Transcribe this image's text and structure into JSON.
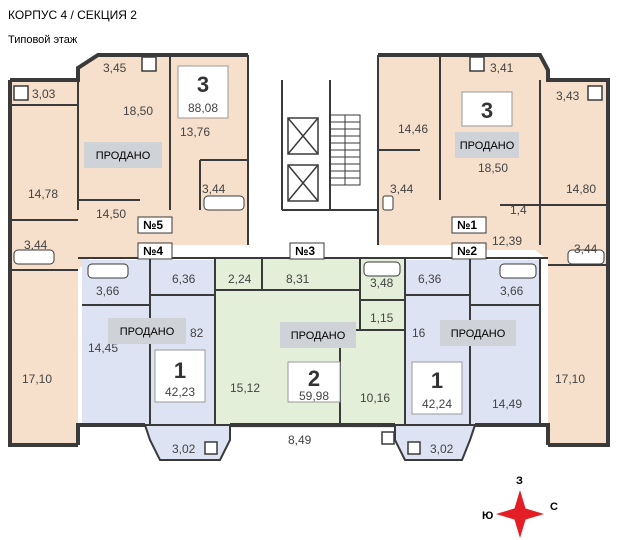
{
  "header": {
    "title": "КОРПУС 4 / СЕКЦИЯ 2",
    "subtitle": "Типовой этаж"
  },
  "colors": {
    "wall": "#3a3a3a",
    "apt_peach": "#f6dfcb",
    "apt_blue": "#dde3f2",
    "apt_green": "#e3efd9",
    "sold_badge": "#cfd2d7",
    "compass_red": "#e31e24"
  },
  "apartments": {
    "no1": "№1",
    "no2": "№2",
    "no3": "№3",
    "no4": "№4",
    "no5": "№5"
  },
  "rooms_label": {
    "three_left": "3",
    "three_right": "3",
    "one_left": "1",
    "two_center": "2",
    "one_right": "1"
  },
  "totals": {
    "three_left": "88,08",
    "one_left": "42,23",
    "two_center": "59,98",
    "one_right": "42,24"
  },
  "sold": "ПРОДАНО",
  "areas": {
    "a303": "3,03",
    "a345": "3,45",
    "a1850l": "18,50",
    "a1376": "13,76",
    "a1478": "14,78",
    "a1450": "14,50",
    "a344a": "3,44",
    "a344b": "3,44",
    "a341": "3,41",
    "a343": "3,43",
    "a1446": "14,46",
    "a1850r": "18,50",
    "a344c": "3,44",
    "a1480": "14,80",
    "a14": "1,4",
    "a1239": "12,39",
    "a344d": "3,44",
    "a366l": "3,66",
    "a636l": "6,36",
    "a82": "82",
    "a1445": "14,45",
    "a1710l": "17,10",
    "a302l": "3,02",
    "a224": "2,24",
    "a831": "8,31",
    "a348": "3,48",
    "a115": "1,15",
    "a1512": "15,12",
    "a1016": "10,16",
    "a849": "8,49",
    "a636r": "6,36",
    "a366r": "3,66",
    "a16": "16",
    "a1449": "14,49",
    "a1710r": "17,10",
    "a302r": "3,02"
  },
  "compass": {
    "north": "З",
    "west": "Ю",
    "east": "С"
  }
}
